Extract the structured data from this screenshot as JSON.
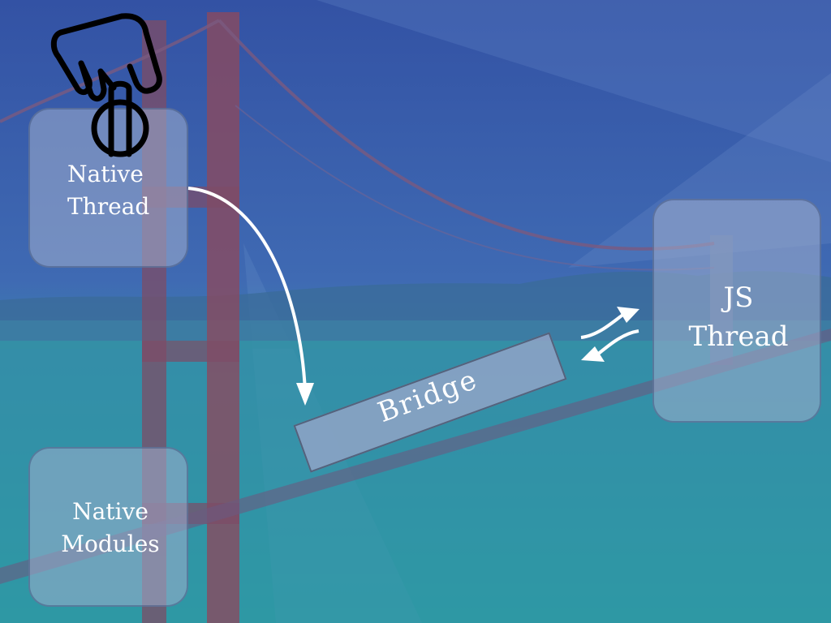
{
  "diagram": {
    "native_thread": {
      "lines": [
        "Native",
        "Thread"
      ]
    },
    "native_modules": {
      "lines": [
        "Native",
        "Modules"
      ]
    },
    "js_thread": {
      "lines": [
        "JS",
        "Thread"
      ]
    },
    "bridge": {
      "label": "Bridge"
    },
    "icons": {
      "pointer": "hand-pointer-icon",
      "flow_arrow": "curved-arrow-down-icon",
      "exchange_arrows": "two-way-arrows-icon"
    }
  },
  "colors": {
    "sky": "#3a5fa8",
    "water": "#2d9aa6",
    "tower": "#8a4a55",
    "box_fill": "#a0afcd",
    "arrow": "#ffffff",
    "text": "#ffffff"
  }
}
